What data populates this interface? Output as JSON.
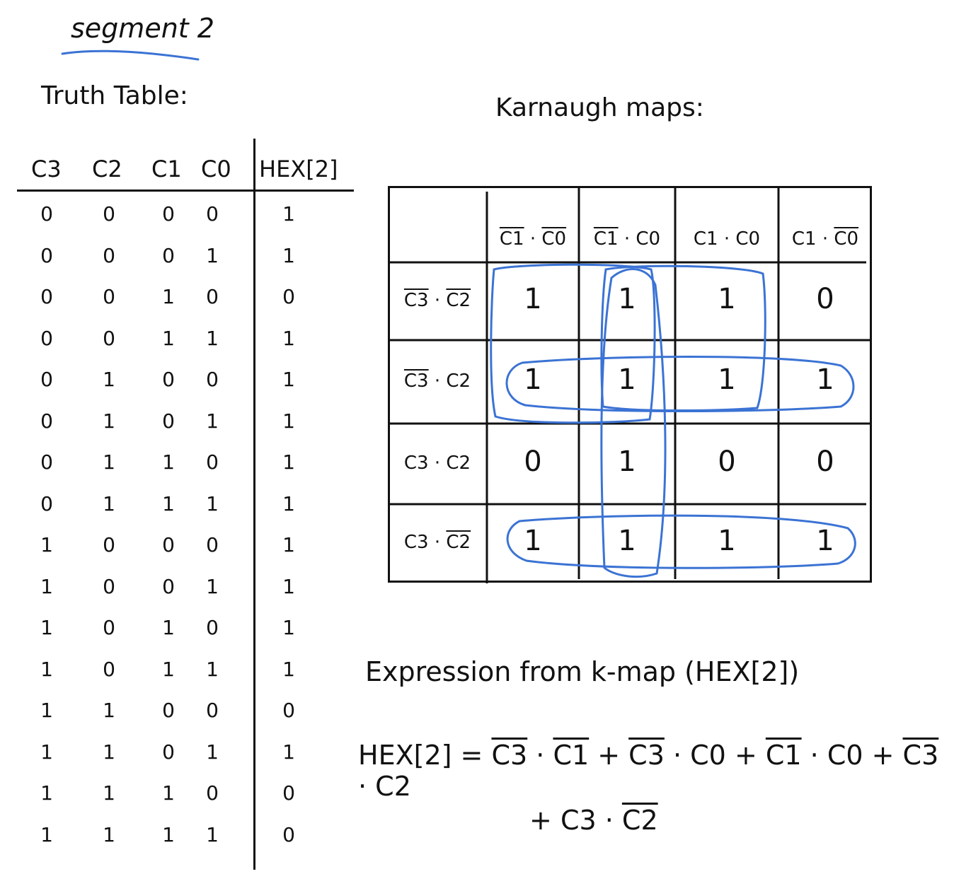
{
  "title": "segment 2",
  "truth_table": {
    "heading": "Truth Table:",
    "columns": [
      "C3",
      "C2",
      "C1",
      "C0",
      "HEX[2]"
    ],
    "rows": [
      [
        "0",
        "0",
        "0",
        "0",
        "1"
      ],
      [
        "0",
        "0",
        "0",
        "1",
        "1"
      ],
      [
        "0",
        "0",
        "1",
        "0",
        "0"
      ],
      [
        "0",
        "0",
        "1",
        "1",
        "1"
      ],
      [
        "0",
        "1",
        "0",
        "0",
        "1"
      ],
      [
        "0",
        "1",
        "0",
        "1",
        "1"
      ],
      [
        "0",
        "1",
        "1",
        "0",
        "1"
      ],
      [
        "0",
        "1",
        "1",
        "1",
        "1"
      ],
      [
        "1",
        "0",
        "0",
        "0",
        "1"
      ],
      [
        "1",
        "0",
        "0",
        "1",
        "1"
      ],
      [
        "1",
        "0",
        "1",
        "0",
        "1"
      ],
      [
        "1",
        "0",
        "1",
        "1",
        "1"
      ],
      [
        "1",
        "1",
        "0",
        "0",
        "0"
      ],
      [
        "1",
        "1",
        "0",
        "1",
        "1"
      ],
      [
        "1",
        "1",
        "1",
        "0",
        "0"
      ],
      [
        "1",
        "1",
        "1",
        "1",
        "0"
      ]
    ]
  },
  "kmap": {
    "heading": "Karnaugh maps:",
    "col_headers": [
      {
        "a": "C1",
        "a_bar": true,
        "b": "C0",
        "b_bar": true
      },
      {
        "a": "C1",
        "a_bar": true,
        "b": "C0",
        "b_bar": false
      },
      {
        "a": "C1",
        "a_bar": false,
        "b": "C0",
        "b_bar": false
      },
      {
        "a": "C1",
        "a_bar": false,
        "b": "C0",
        "b_bar": true
      }
    ],
    "row_headers": [
      {
        "a": "C3",
        "a_bar": true,
        "b": "C2",
        "b_bar": true
      },
      {
        "a": "C3",
        "a_bar": true,
        "b": "C2",
        "b_bar": false
      },
      {
        "a": "C3",
        "a_bar": false,
        "b": "C2",
        "b_bar": false
      },
      {
        "a": "C3",
        "a_bar": false,
        "b": "C2",
        "b_bar": true
      }
    ],
    "cells": [
      [
        "1",
        "1",
        "1",
        "0"
      ],
      [
        "1",
        "1",
        "1",
        "1"
      ],
      [
        "0",
        "1",
        "0",
        "0"
      ],
      [
        "1",
        "1",
        "1",
        "1"
      ]
    ],
    "loop_color": "#3b73d4"
  },
  "expression": {
    "label": "Expression from k-map (HEX[2])",
    "lhs": "HEX[2]",
    "equals": "=",
    "plus": "+",
    "dot": "·",
    "terms": [
      {
        "a": "C3",
        "a_bar": true,
        "b": "C1",
        "b_bar": true
      },
      {
        "a": "C3",
        "a_bar": true,
        "b": "C0",
        "b_bar": false
      },
      {
        "a": "C1",
        "a_bar": true,
        "b": "C0",
        "b_bar": false
      },
      {
        "a": "C3",
        "a_bar": true,
        "b": "C2",
        "b_bar": false
      },
      {
        "a": "C3",
        "a_bar": false,
        "b": "C2",
        "b_bar": true
      }
    ]
  },
  "colors": {
    "ink": "#111111",
    "underline": "#3b73d4"
  }
}
